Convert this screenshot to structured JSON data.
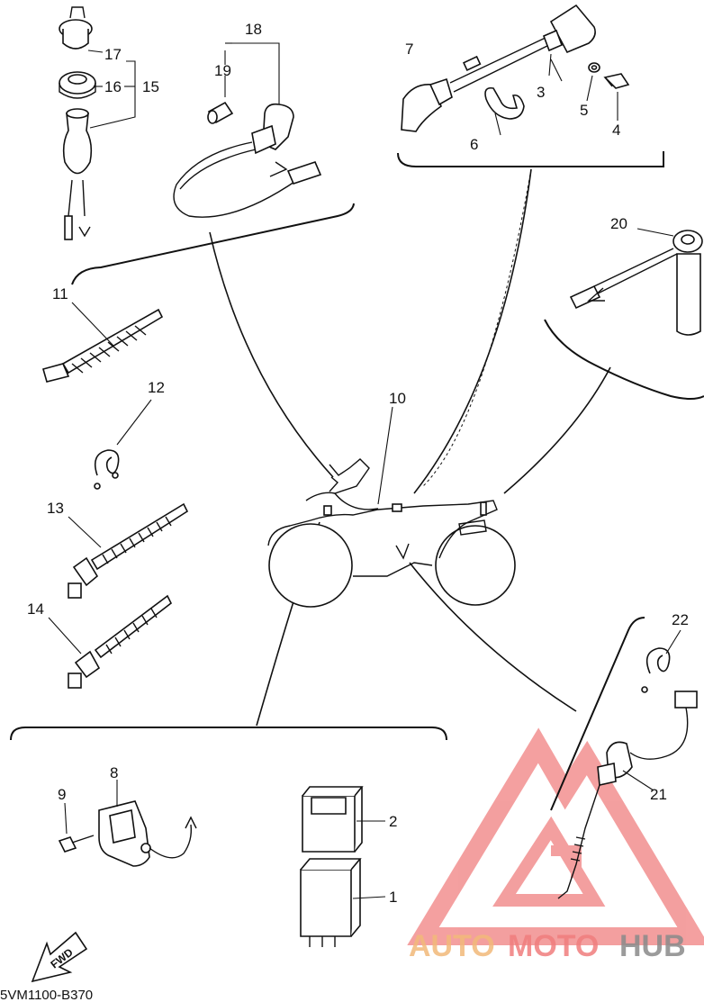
{
  "diagram_code": "5VM1100-B370",
  "fwd_label": "FWD",
  "watermark": {
    "auto": "AUTO",
    "moto": "MOTO",
    "hub": "HUB",
    "color_auto": "#f2b97a",
    "color_moto": "#f07d7d",
    "color_hub": "#8a8a8a",
    "logo_color": "#f08080"
  },
  "callouts": {
    "c1": "1",
    "c2": "2",
    "c3": "3",
    "c4": "4",
    "c5": "5",
    "c6": "6",
    "c7": "7",
    "c8": "8",
    "c9": "9",
    "c10": "10",
    "c11": "11",
    "c12": "12",
    "c13": "13",
    "c14": "14",
    "c15": "15",
    "c16": "16",
    "c17": "17",
    "c18": "18",
    "c19": "19",
    "c20": "20",
    "c21": "21",
    "c22": "22"
  }
}
